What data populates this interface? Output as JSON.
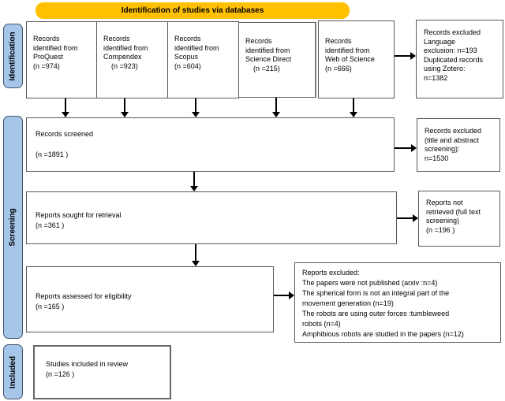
{
  "banner": {
    "label": "Identification of studies via databases",
    "bg_color": "#FFC000"
  },
  "sidebar": {
    "tab_color": "#A5C5E9",
    "tabs": [
      {
        "label": "Identification"
      },
      {
        "label": "Screening"
      },
      {
        "label": "Included"
      }
    ]
  },
  "top_boxes": [
    {
      "source": "ProQuest",
      "count": 974,
      "text": "Records\nidentified from\nProQuest\n(n =974)"
    },
    {
      "source": "Compendex",
      "count": 923,
      "text": "Records\nidentified from\nCompendex\n    (n =923)"
    },
    {
      "source": "Scopus",
      "count": 604,
      "text": "Records\nidentified from\nScopus\n(n =604)"
    },
    {
      "source": "Science Direct",
      "count": 215,
      "text": "Records\nidentified from\nScience Direct\n    (n =215)"
    },
    {
      "source": "Web of Science",
      "count": 666,
      "text": "Records\nidentified from\nWeb of Science\n(n =666)"
    }
  ],
  "flow_boxes": {
    "screened": {
      "count": 1891,
      "text": "Records screened\n\n(n =1891 )"
    },
    "sought": {
      "count": 361,
      "text": "Reports sought for retrieval\n(n =361 )"
    },
    "assessed": {
      "count": 165,
      "text": "Reports assessed for eligibility\n(n =165 )"
    },
    "included": {
      "count": 126,
      "text": "Studies included in review\n(n =126 )"
    }
  },
  "exclusion_boxes": {
    "dedup": {
      "text": "Records excluded\nLanguage\nexclusion: n=193\nDuplicated records\nusing Zotero:\nn=1382"
    },
    "title_abstract": {
      "text": "Records excluded\n(title and abstract\nscreening):\nn=1530"
    },
    "not_retrieved": {
      "text": "Reports not\nretrieved (full text\nscreening)\n(n =196 )"
    },
    "full_text": {
      "text": "Reports excluded:\nThe papers were not published (arxiv :n=4)\nThe spherical form is not an integral part of the\nmovement generation (n=19)\nThe robots are using outer forces :tumbleweed\nrobots (n=4)\nAmphibious robots are studied in the papers (n=12)"
    }
  }
}
